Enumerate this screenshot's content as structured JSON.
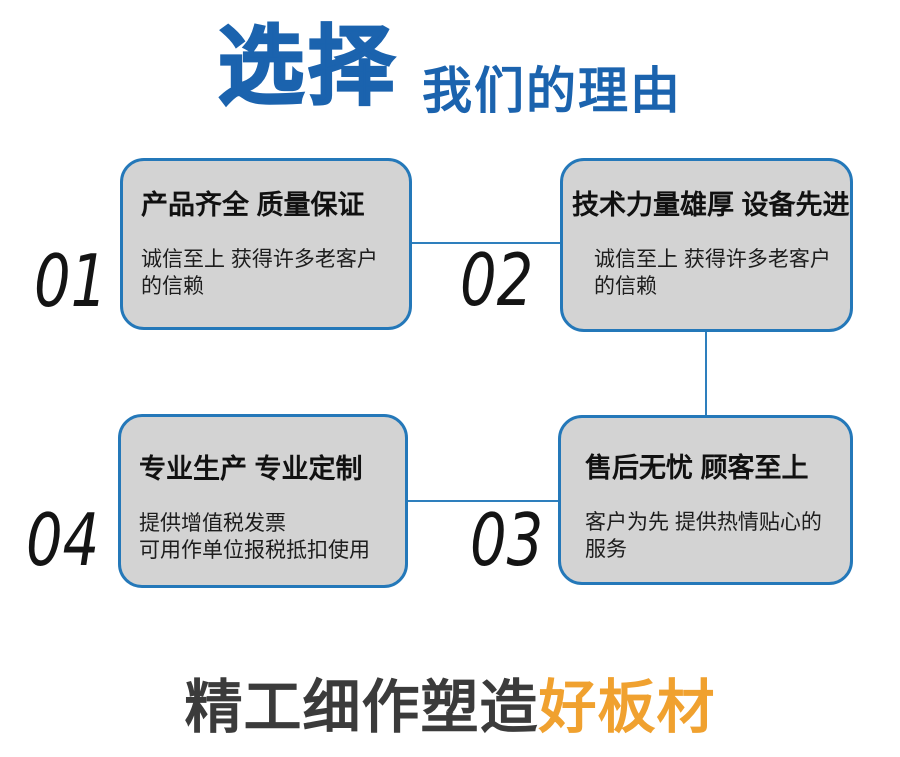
{
  "header": {
    "title_main": "选择",
    "title_sub": "我们的理由"
  },
  "cards": [
    {
      "number": "01",
      "title": "产品齐全 质量保证",
      "desc_lines": [
        "诚信至上 获得许多老客户",
        "的信赖"
      ]
    },
    {
      "number": "02",
      "title": "技术力量雄厚 设备先进",
      "desc_lines": [
        "诚信至上 获得许多老客户",
        "的信赖"
      ]
    },
    {
      "number": "04",
      "title": "专业生产 专业定制",
      "desc_lines": [
        "提供增值税发票",
        "可用作单位报税抵扣使用"
      ]
    },
    {
      "number": "03",
      "title": "售后无忧 顾客至上",
      "desc_lines": [
        "客户为先 提供热情贴心的",
        "服务"
      ]
    }
  ],
  "footer": {
    "text_dark": "精工细作塑造",
    "text_accent": "好板材"
  },
  "colors": {
    "title_blue": "#1b63ae",
    "card_border": "#2478b9",
    "card_fill": "#d3d3d3",
    "connector": "#2e7fbd",
    "footer_dark": "#3b3b3b",
    "footer_accent": "#f0a12f"
  }
}
